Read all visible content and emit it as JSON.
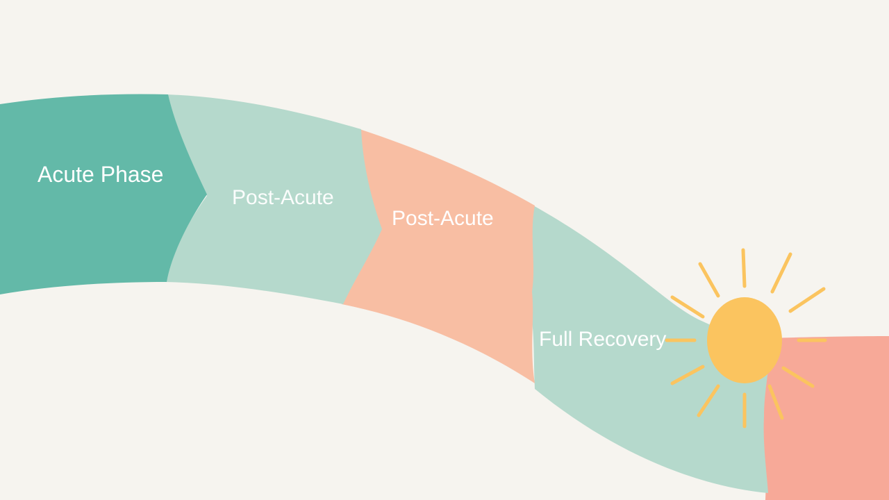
{
  "colors": {
    "background": "#f6f4ef",
    "teal_dark": "#63b9a8",
    "mint": "#b5d9cc",
    "peach": "#f8bea3",
    "salmon": "#f7a998",
    "sun": "#fbc45f",
    "label": "#ffffff"
  },
  "stages": [
    {
      "label": "Acute Phase"
    },
    {
      "label": "Post-Acute"
    },
    {
      "label": "Post-Acute"
    },
    {
      "label": "Full Recovery"
    }
  ],
  "icons": {
    "sun": "sun-icon"
  }
}
